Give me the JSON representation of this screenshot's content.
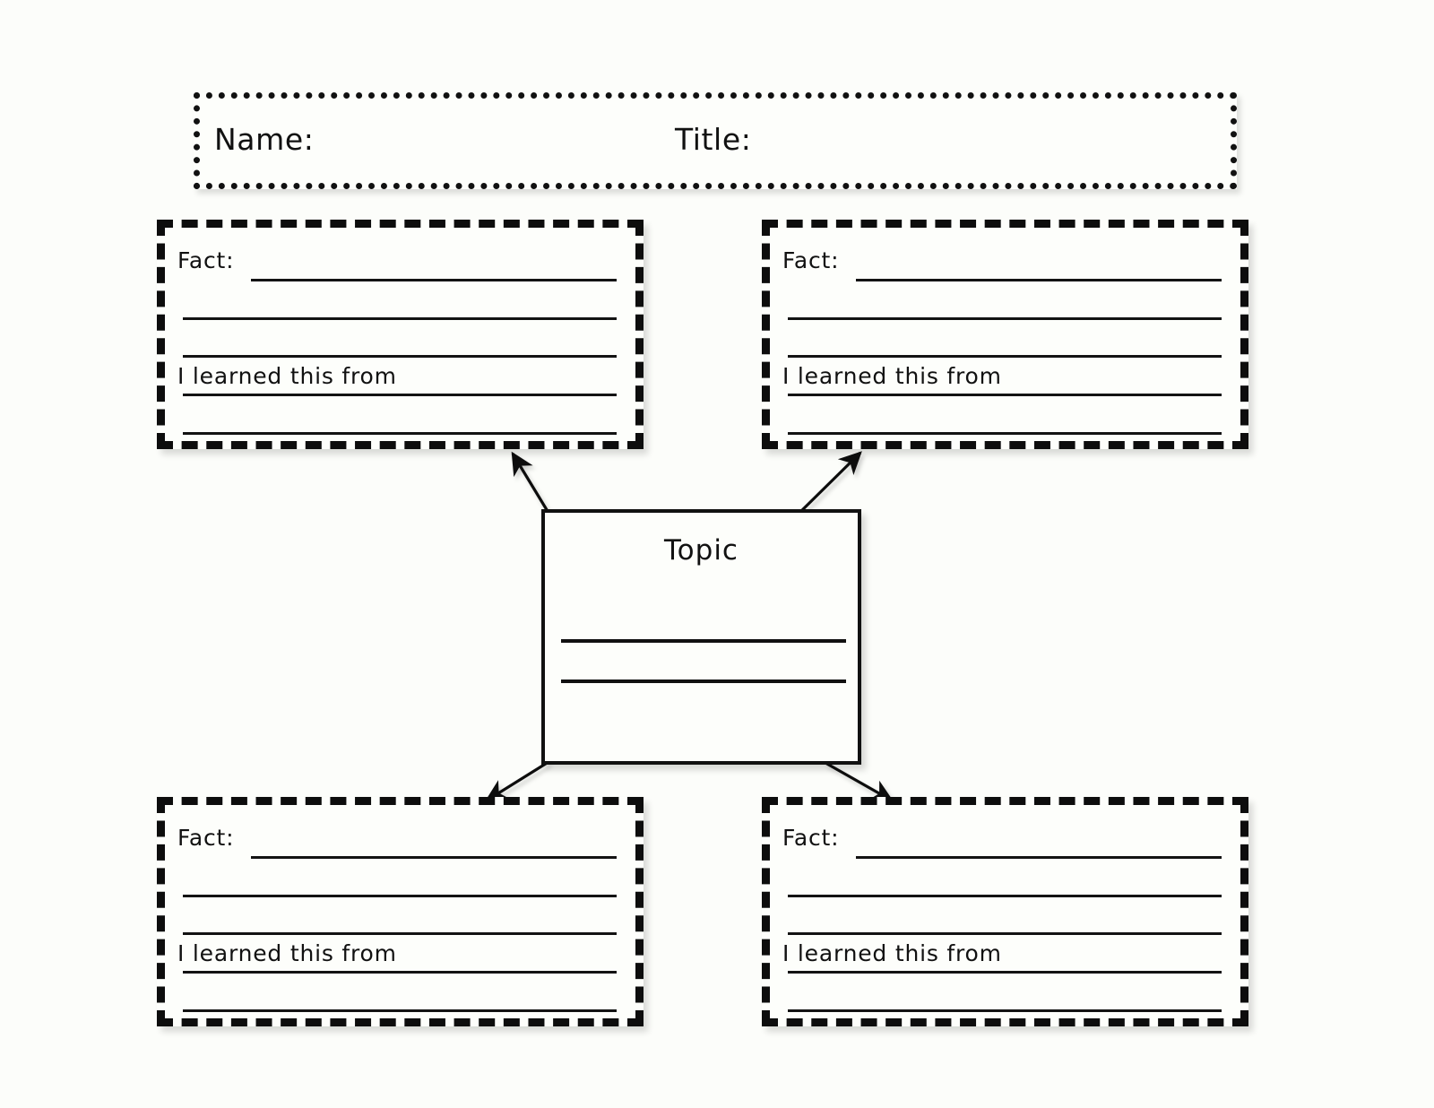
{
  "page": {
    "background_color": "#fcfdfa",
    "ink_color": "#111111",
    "document_type": "graphic-organizer-worksheet"
  },
  "header": {
    "name_label": "Name:",
    "title_label": "Title:",
    "border_style": "dotted"
  },
  "center": {
    "topic_label": "Topic",
    "writing_lines": 2,
    "border_style": "solid"
  },
  "fact_boxes": [
    {
      "position": "top-left",
      "fact_label": "Fact:",
      "source_label": "I learned this from",
      "writing_lines": 6,
      "border_style": "dashed"
    },
    {
      "position": "top-right",
      "fact_label": "Fact:",
      "source_label": "I learned this from",
      "writing_lines": 6,
      "border_style": "dashed"
    },
    {
      "position": "bottom-left",
      "fact_label": "Fact:",
      "source_label": "I learned this from",
      "writing_lines": 6,
      "border_style": "dashed"
    },
    {
      "position": "bottom-right",
      "fact_label": "Fact:",
      "source_label": "I learned this from",
      "writing_lines": 6,
      "border_style": "dashed"
    }
  ],
  "connectors": [
    {
      "from": "topic",
      "to": "top-left",
      "direction": "up-left",
      "arrowhead": "end"
    },
    {
      "from": "topic",
      "to": "top-right",
      "direction": "up-right",
      "arrowhead": "end"
    },
    {
      "from": "topic",
      "to": "bottom-left",
      "direction": "down-left",
      "arrowhead": "end"
    },
    {
      "from": "topic",
      "to": "bottom-right",
      "direction": "down-right",
      "arrowhead": "end"
    }
  ]
}
